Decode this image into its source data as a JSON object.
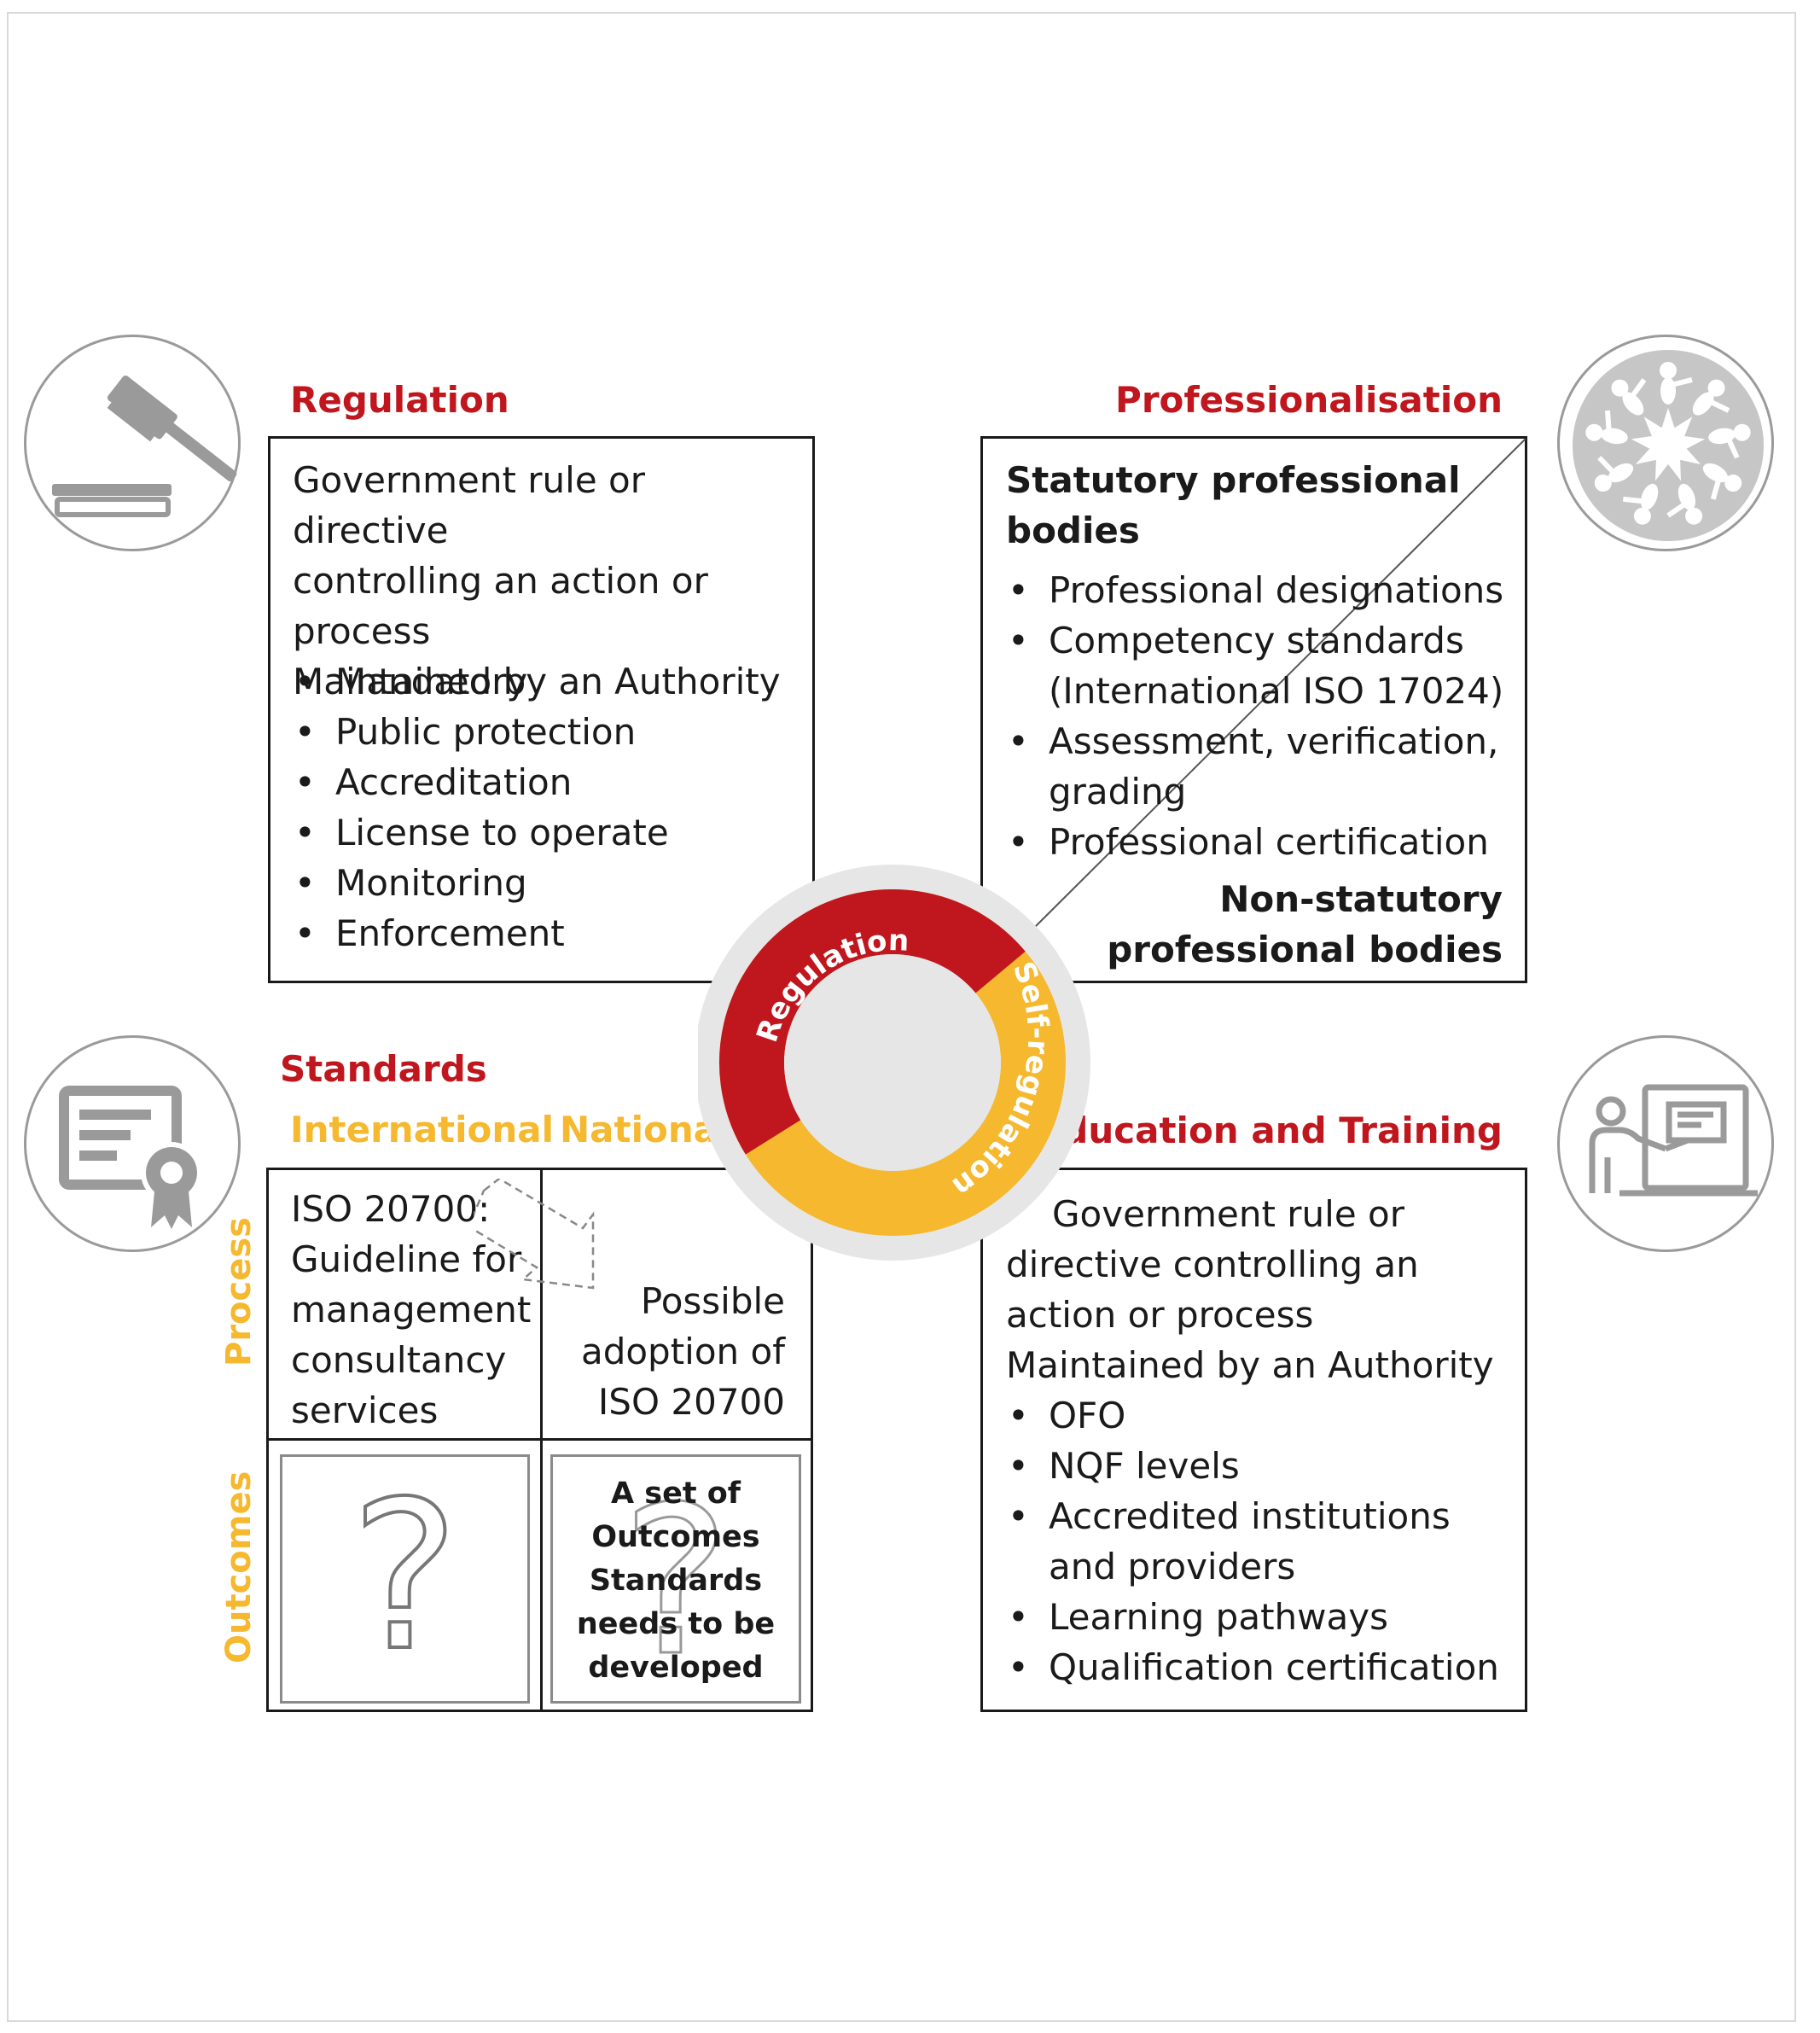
{
  "regulation": {
    "heading": "Regulation",
    "line1": "Government rule or directive",
    "line2": "controlling an action or",
    "line3": "process",
    "line4": "Maintained by an Authority",
    "items": [
      "Mandatory",
      "Public protection",
      "Accreditation",
      "License to operate",
      "Monitoring",
      "Enforcement"
    ]
  },
  "professionalisation": {
    "heading": "Professionalisation",
    "statutory_line1": "Statutory professional",
    "statutory_line2": "bodies",
    "items": [
      {
        "l1": "Professional designations",
        "l2": ""
      },
      {
        "l1": "Competency standards",
        "l2": "(International ISO 17024)"
      },
      {
        "l1": "Assessment, verification,",
        "l2": "grading"
      },
      {
        "l1": "Professional certification",
        "l2": ""
      }
    ],
    "non_statutory_line1": "Non-statutory",
    "non_statutory_line2": "professional bodies"
  },
  "standards": {
    "heading": "Standards",
    "col_international": "International",
    "col_national": "National",
    "row_process": "Process",
    "row_outcomes": "Outcomes",
    "iso_lines": [
      "ISO 20700:",
      "Guideline for",
      "management",
      "consultancy",
      "services"
    ],
    "national_lines": [
      "Possible",
      "adoption of",
      "ISO 20700"
    ],
    "outcomes_lines": [
      "A set of",
      "Outcomes",
      "Standards",
      "needs to be",
      "developed"
    ],
    "question_mark": "?"
  },
  "education": {
    "heading": "Education and Training",
    "line1": "Government rule or",
    "line2": "directive controlling an",
    "line3": "action or process",
    "line4": "Maintained by an Authority",
    "items": [
      {
        "l1": "OFO",
        "l2": ""
      },
      {
        "l1": "NQF levels",
        "l2": ""
      },
      {
        "l1": "Accredited institutions",
        "l2": "and providers"
      },
      {
        "l1": "Learning pathways",
        "l2": ""
      },
      {
        "l1": "Qualification certification",
        "l2": ""
      }
    ]
  },
  "ring": {
    "red_label": "Regulation",
    "yellow_label": "Self-regulation",
    "red_color": "#c0161d",
    "yellow_color": "#f5b82e"
  },
  "icons": {
    "top_left": "gavel-icon",
    "top_right": "people-circle-icon",
    "bottom_left": "certificate-icon",
    "bottom_right": "teacher-screen-icon"
  },
  "colors": {
    "heading_red": "#c0161d",
    "subhead_yellow": "#f5b82e",
    "icon_gray": "#9a9a9a"
  }
}
